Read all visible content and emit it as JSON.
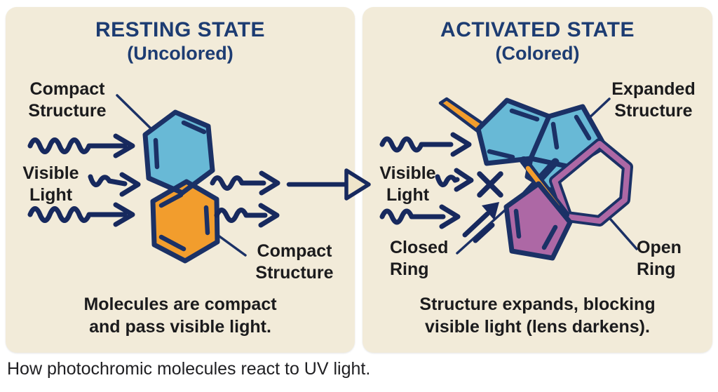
{
  "footer_caption": "How photochromic molecules react to UV light.",
  "left_panel": {
    "title": "RESTING STATE",
    "subtitle": "(Uncolored)",
    "label_compact_top": "Compact\nStructure",
    "label_visible_light": "Visible\nLight",
    "label_compact_bottom": "Compact\nStructure",
    "caption": "Molecules are compact\nand pass visible light."
  },
  "right_panel": {
    "title": "ACTIVATED STATE",
    "subtitle": "(Colored)",
    "label_expanded": "Expanded\nStructure",
    "label_visible_light": "Visible\nLight",
    "label_closed_ring": "Closed\nRing",
    "label_open_ring": "Open\nRing",
    "caption": "Structure expands, blocking\nvisible light (lens darkens)."
  },
  "icons": {
    "wavy_light_arrow": "wavy-arrow",
    "blocked_light": "x-mark",
    "reflected_light": "double-diagonal-arrow",
    "transition": "large-open-triangle-arrow"
  },
  "colors": {
    "panel_background": "#f2ebd9",
    "page_background": "#ffffff",
    "navy_outline": "#1b3166",
    "title_navy": "#1d3c72",
    "text_ink": "#1b1b1d",
    "molecule_blue": "#68b9d6",
    "molecule_orange": "#f29d2d",
    "molecule_purple": "#ad68a5",
    "arrowhead_fill": "#efe5ca"
  }
}
